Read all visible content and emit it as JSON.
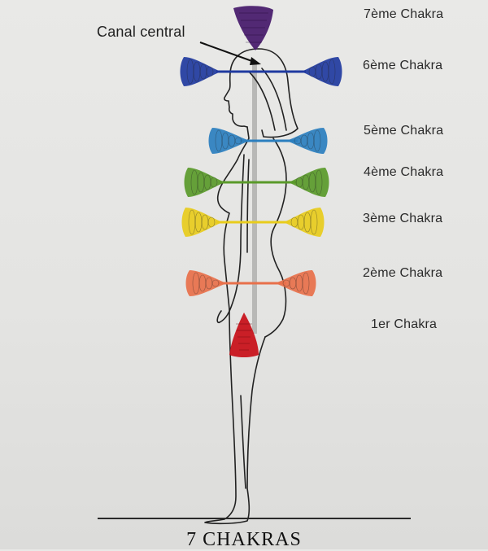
{
  "canal_label": "Canal central",
  "chakras": [
    {
      "label": "7ème Chakra",
      "color": "#4a1f6e"
    },
    {
      "label": "6ème Chakra",
      "color": "#1f3aa0"
    },
    {
      "label": "5ème Chakra",
      "color": "#2b7fbf"
    },
    {
      "label": "4ème Chakra",
      "color": "#5a9a2a"
    },
    {
      "label": "3ème Chakra",
      "color": "#e8cc1c"
    },
    {
      "label": "2ème Chakra",
      "color": "#e8704a"
    },
    {
      "label": "1er Chakra",
      "color": "#c8141c"
    }
  ],
  "title": "7 CHAKRAS"
}
